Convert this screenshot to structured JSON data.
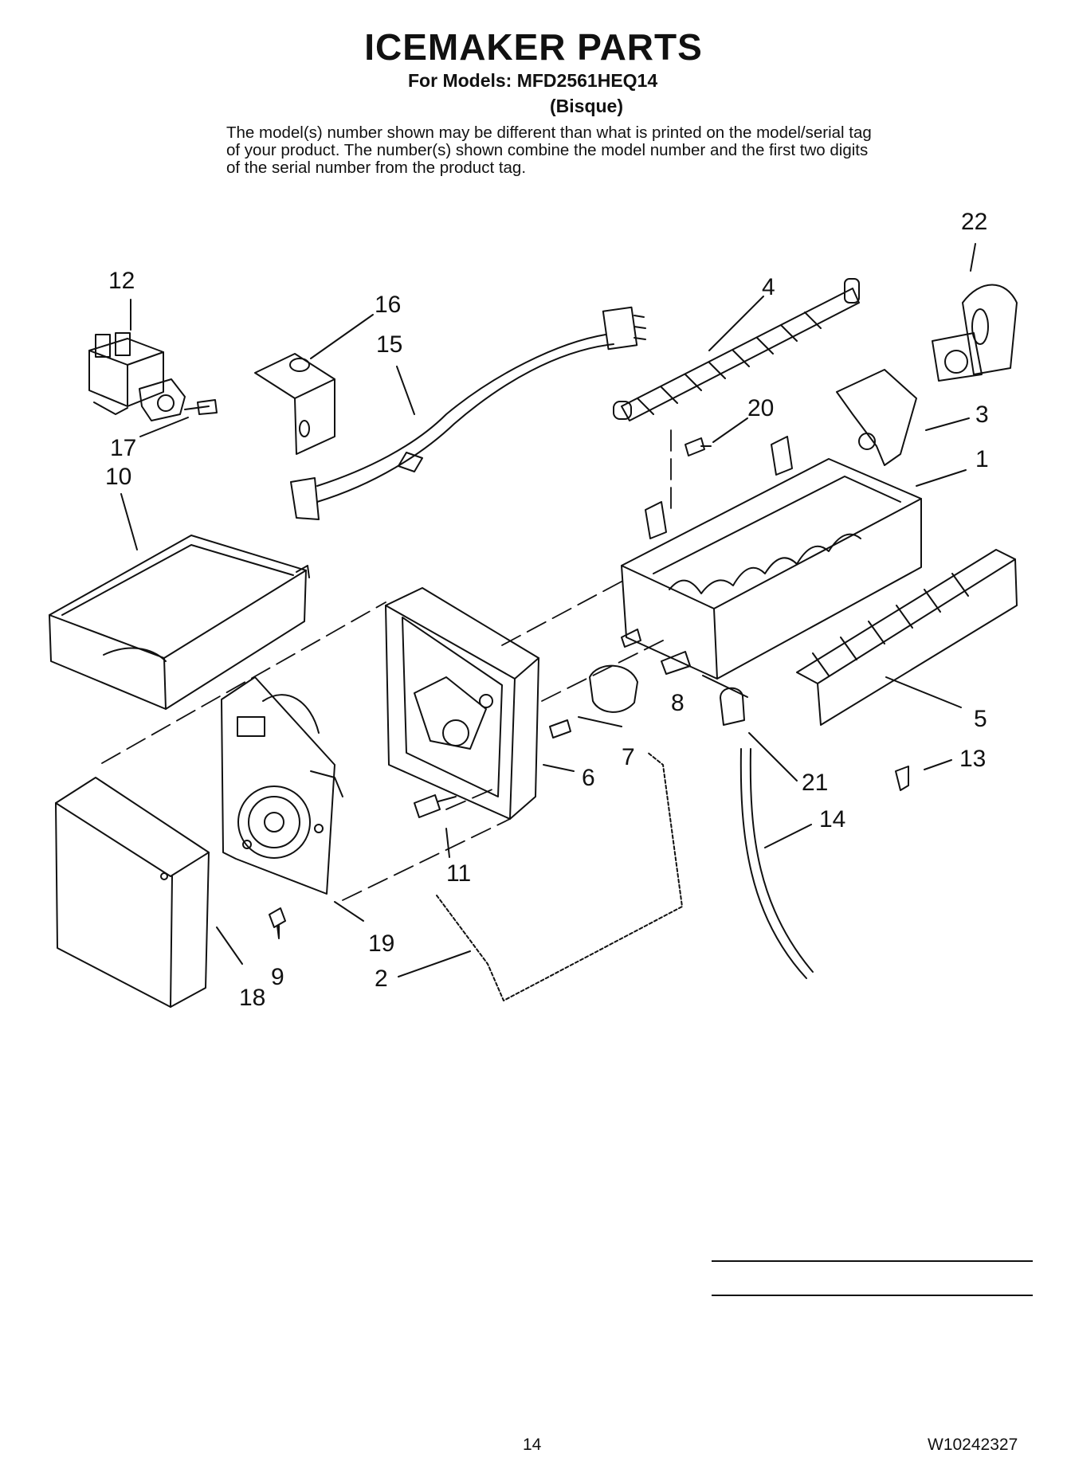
{
  "header": {
    "title": "ICEMAKER PARTS",
    "models_line": "For Models: MFD2561HEQ14",
    "color_line": "(Bisque)",
    "disclaimer": "The model(s) number shown may be different than what is printed on the model/serial tag of your product. The number(s) shown combine the model number and the first two digits of the serial number from the product tag."
  },
  "callouts": [
    "22",
    "12",
    "16",
    "15",
    "4",
    "20",
    "3",
    "1",
    "17",
    "10",
    "5",
    "8",
    "7",
    "6",
    "21",
    "13",
    "14",
    "11",
    "19",
    "9",
    "2",
    "18"
  ],
  "footer": {
    "page_number": "14",
    "document_number": "W10242327"
  }
}
